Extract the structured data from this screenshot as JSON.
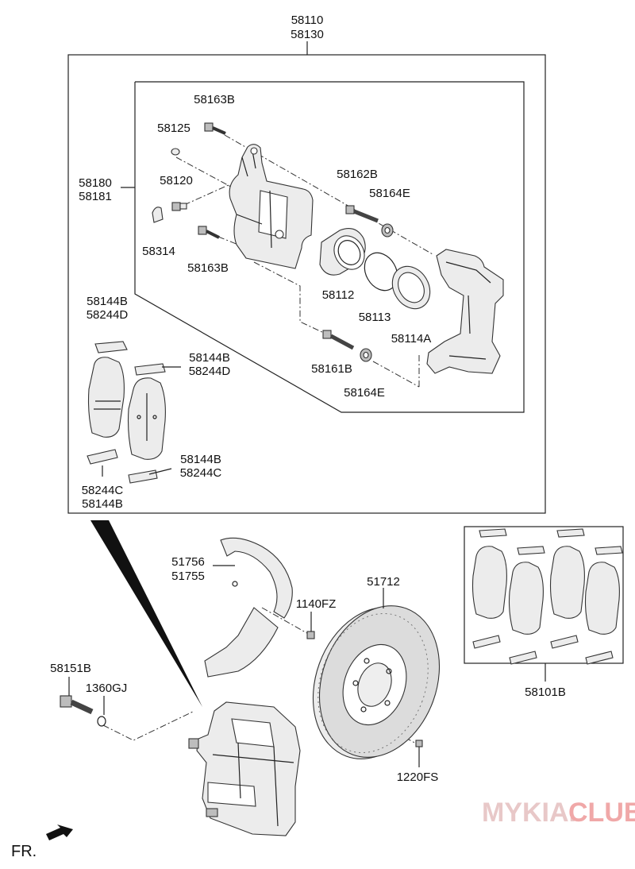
{
  "labels": {
    "assembly_a": "58110",
    "assembly_b": "58130",
    "caliper_a": "58180",
    "caliper_b": "58181",
    "bolt_top": "58163B",
    "cap": "58125",
    "bleeder": "58120",
    "clip": "58314",
    "bolt_lower": "58163B",
    "guide_pin_upper": "58162B",
    "boot_upper": "58164E",
    "piston": "58112",
    "seal": "58113",
    "piston_boot": "58114A",
    "guide_pin_lower": "58161B",
    "boot_lower": "58164E",
    "pad_inner_top_a": "58144B",
    "pad_inner_top_b": "58244D",
    "pad_outer_top_a": "58144B",
    "pad_outer_top_b": "58244D",
    "pad_outer_bot_a": "58144B",
    "pad_outer_bot_b": "58244C",
    "pad_inner_bot_a": "58244C",
    "pad_inner_bot_b": "58144B",
    "shield_a": "51756",
    "shield_b": "51755",
    "shield_bolt": "1140FZ",
    "disc": "51712",
    "pad_kit": "58101B",
    "mount_bolt": "58151B",
    "washer": "1360GJ",
    "disc_screw": "1220FS"
  },
  "direction": "FR.",
  "watermark": {
    "part1": "MYKIA.",
    "part2": "CLUB",
    "color1": "#e8c8c8",
    "color2": "#f0a8a8"
  },
  "icons": [
    "arrow-front-icon"
  ]
}
